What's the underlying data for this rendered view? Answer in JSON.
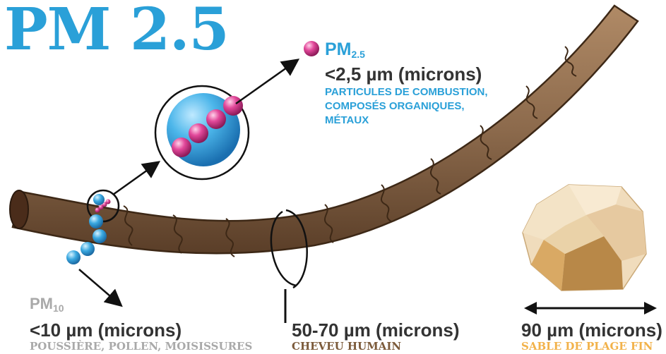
{
  "title": "PM 2.5",
  "pm25": {
    "label_main": "PM",
    "label_sub": "2.5",
    "size": "<2,5 µm (microns)",
    "desc_lines": [
      "PARTICULES DE COMBUSTION,",
      "COMPOSÉS ORGANIQUES,",
      "MÉTAUX"
    ]
  },
  "pm10": {
    "label_main": "PM",
    "label_sub": "10",
    "size": "<10 µm (microns)",
    "desc": "POUSSIÈRE, POLLEN, MOISISSURES"
  },
  "hair": {
    "size": "50-70 µm (microns)",
    "desc": "CHEVEU HUMAIN"
  },
  "sand": {
    "size": "90 µm (microns)",
    "desc": "SABLE DE PLAGE FIN"
  },
  "colors": {
    "title": "#2aa0d8",
    "pm25_text": "#2aa0d8",
    "pm10_text": "#a9a9a9",
    "hair_desc": "#7b5a3a",
    "sand_desc": "#f2b24a",
    "hair": "#8b6a4c",
    "particle_pink": "#e0408a",
    "particle_blue": "#3aa8e0",
    "sand": "#d9c096"
  }
}
